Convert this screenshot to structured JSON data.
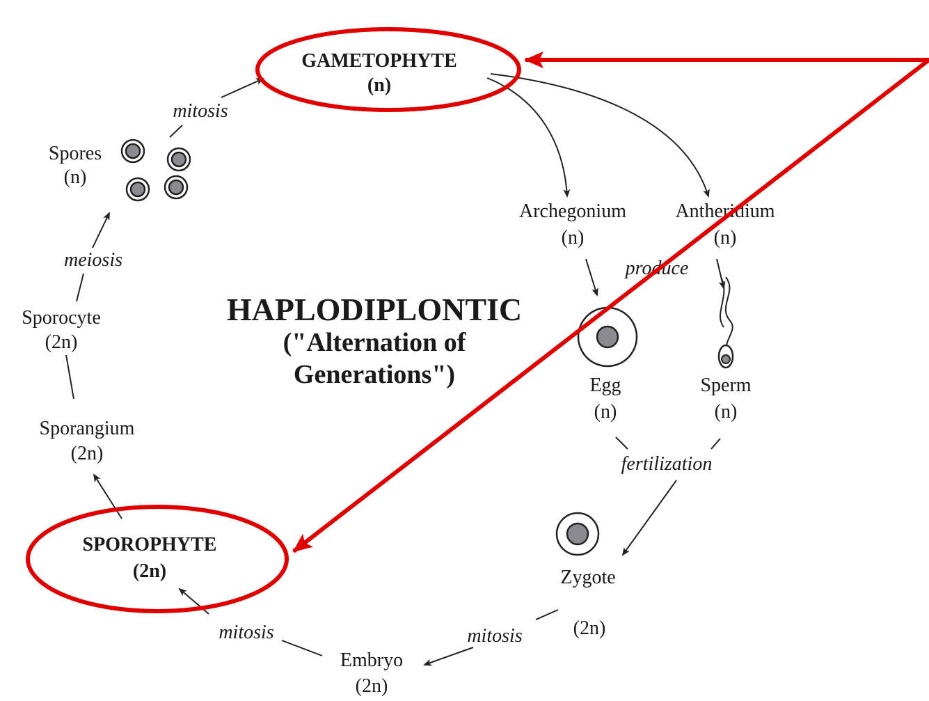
{
  "diagram": {
    "title_line1": "HAPLODIPLONTIC",
    "title_line2": "(\"Alternation of",
    "title_line3": "Generations\")",
    "gametophyte": {
      "name": "GAMETOPHYTE",
      "ploidy": "(n)"
    },
    "sporophyte": {
      "name": "SPOROPHYTE",
      "ploidy": "(2n)"
    },
    "spores": {
      "name": "Spores",
      "ploidy": "(n)"
    },
    "sporocyte": {
      "name": "Sporocyte",
      "ploidy": "(2n)"
    },
    "sporangium": {
      "name": "Sporangium",
      "ploidy": "(2n)"
    },
    "archegonium": {
      "name": "Archegonium",
      "ploidy": "(n)"
    },
    "antheridium": {
      "name": "Antheridium",
      "ploidy": "(n)"
    },
    "egg": {
      "name": "Egg",
      "ploidy": "(n)"
    },
    "sperm": {
      "name": "Sperm",
      "ploidy": "(n)"
    },
    "zygote": {
      "name": "Zygote",
      "ploidy": "(2n)"
    },
    "embryo": {
      "name": "Embryo",
      "ploidy": "(2n)"
    },
    "processes": {
      "mitosis_top": "mitosis",
      "meiosis": "meiosis",
      "produce": "produce",
      "fertilization": "fertilization",
      "mitosis_zygote": "mitosis",
      "mitosis_embryo": "mitosis"
    },
    "highlight_color": "#e00000"
  }
}
